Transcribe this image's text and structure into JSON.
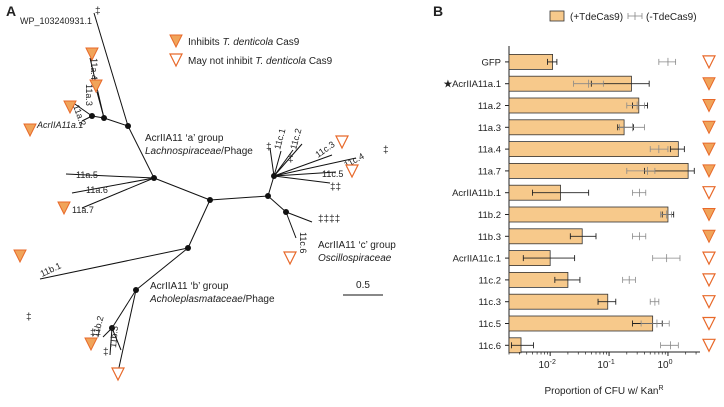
{
  "colors": {
    "bar_fill": "#f7c98b",
    "tri_fill": "#f0a45a",
    "tri_stroke": "#e8692a",
    "plus_series": "#222222",
    "minus_series": "#888888"
  },
  "panelA": {
    "label": "A",
    "legend": {
      "inhibits_prefix": "Inhibits ",
      "inhibits_species": "T. denticola",
      "inhibits_suffix": " Cas9",
      "maynot_prefix": "May not inhibit ",
      "maynot_species": "T. denticola",
      "maynot_suffix": " Cas9"
    },
    "groups": {
      "a_line1": "AcrIIA11 ‘a’ group",
      "a_taxon": "Lachnospiraceae",
      "a_suffix": "/Phage",
      "b_line1": "AcrIIA11 ‘b’ group",
      "b_taxon": "Acholeplasmataceae",
      "b_suffix": "/Phage",
      "c_line1": "AcrIIA11 ‘c’ group",
      "c_taxon": "Oscillospiraceae"
    },
    "scale": "0.5",
    "leaves": {
      "wp": "WP_103240931.1",
      "a1": "AcrIIA11a.1",
      "a2": "11a.2",
      "a3": "11a.3",
      "a4": "11a.4",
      "a5": "11a.5",
      "a6": "11a.6",
      "a7": "11a.7",
      "b1": "11b.1",
      "b2": "11b.2",
      "b3": "11b.3",
      "c1": "11c.1",
      "c2": "11c.2",
      "c3": "11c.3",
      "c4": "11c.4",
      "c5": "11c.5",
      "c6": "11c.6"
    },
    "daggers": {
      "one": "‡",
      "two": "‡‡",
      "four": "‡‡‡‡"
    }
  },
  "panelB": {
    "label": "B"
  },
  "chart_data": {
    "type": "bar",
    "orientation": "horizontal",
    "x_scale": "log",
    "xlim": [
      0.002,
      3.5
    ],
    "xticks": [
      {
        "value": 0.01,
        "base": "10",
        "exp": "-2"
      },
      {
        "value": 0.1,
        "base": "10",
        "exp": "-1"
      },
      {
        "value": 1,
        "base": "10",
        "exp": "0"
      }
    ],
    "xlabel": "Proportion of CFU w/ Kan",
    "xlabel_sup": "R",
    "legend_position": "top",
    "star_mark": "★",
    "series": [
      {
        "name": "(+TdeCas9)",
        "style": "bar"
      },
      {
        "name": "(-TdeCas9)",
        "style": "errorbar"
      }
    ],
    "categories": [
      "GFP",
      "AcrIIA11a.1",
      "11a.2",
      "11a.3",
      "11a.4",
      "11a.7",
      "AcrIIA11b.1",
      "11b.2",
      "11b.3",
      "AcrIIA11c.1",
      "11c.2",
      "11c.3",
      "11c.5",
      "11c.6"
    ],
    "starred": [
      "AcrIIA11a.1"
    ],
    "plus_values": [
      0.011,
      0.24,
      0.32,
      0.18,
      1.5,
      2.2,
      0.015,
      1.0,
      0.035,
      0.01,
      0.02,
      0.095,
      0.55,
      0.0032
    ],
    "plus_err_low": [
      0.009,
      0.05,
      0.25,
      0.14,
      1.1,
      0.4,
      0.005,
      0.8,
      0.022,
      0.0035,
      0.012,
      0.065,
      0.25,
      0.0022
    ],
    "plus_err_high": [
      0.013,
      0.48,
      0.45,
      0.26,
      1.9,
      2.8,
      0.045,
      1.25,
      0.06,
      0.026,
      0.032,
      0.13,
      0.8,
      0.0052
    ],
    "minus_values": [
      1.0,
      0.045,
      0.3,
      0.25,
      0.7,
      0.45,
      0.33,
      0.95,
      0.33,
      0.95,
      0.22,
      0.6,
      0.65,
      1.1
    ],
    "minus_err_low": [
      0.7,
      0.025,
      0.2,
      0.15,
      0.5,
      0.2,
      0.25,
      0.75,
      0.25,
      0.55,
      0.17,
      0.5,
      0.35,
      0.75
    ],
    "minus_err_high": [
      1.35,
      0.08,
      0.4,
      0.4,
      1.0,
      0.6,
      0.42,
      1.15,
      0.42,
      1.6,
      0.28,
      0.7,
      1.05,
      1.5
    ],
    "inhibits": [
      false,
      true,
      true,
      true,
      true,
      true,
      false,
      true,
      true,
      false,
      false,
      false,
      false,
      false
    ]
  }
}
